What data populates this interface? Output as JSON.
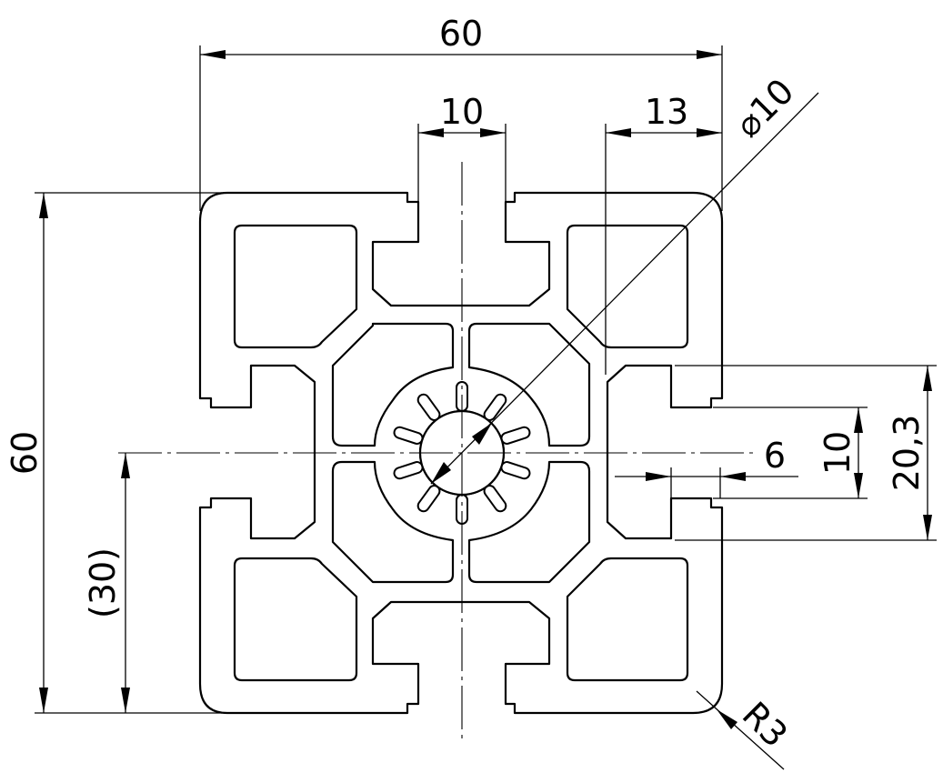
{
  "dimensions": {
    "overall_width": "60",
    "overall_height": "60",
    "slot_opening": "10",
    "edge_offset": "13",
    "bore_diameter": "⌀10",
    "half_height": "(30)",
    "slot_depth": "6",
    "slot_width": "10",
    "slot_span": "20,3",
    "corner_radius": "R3"
  }
}
